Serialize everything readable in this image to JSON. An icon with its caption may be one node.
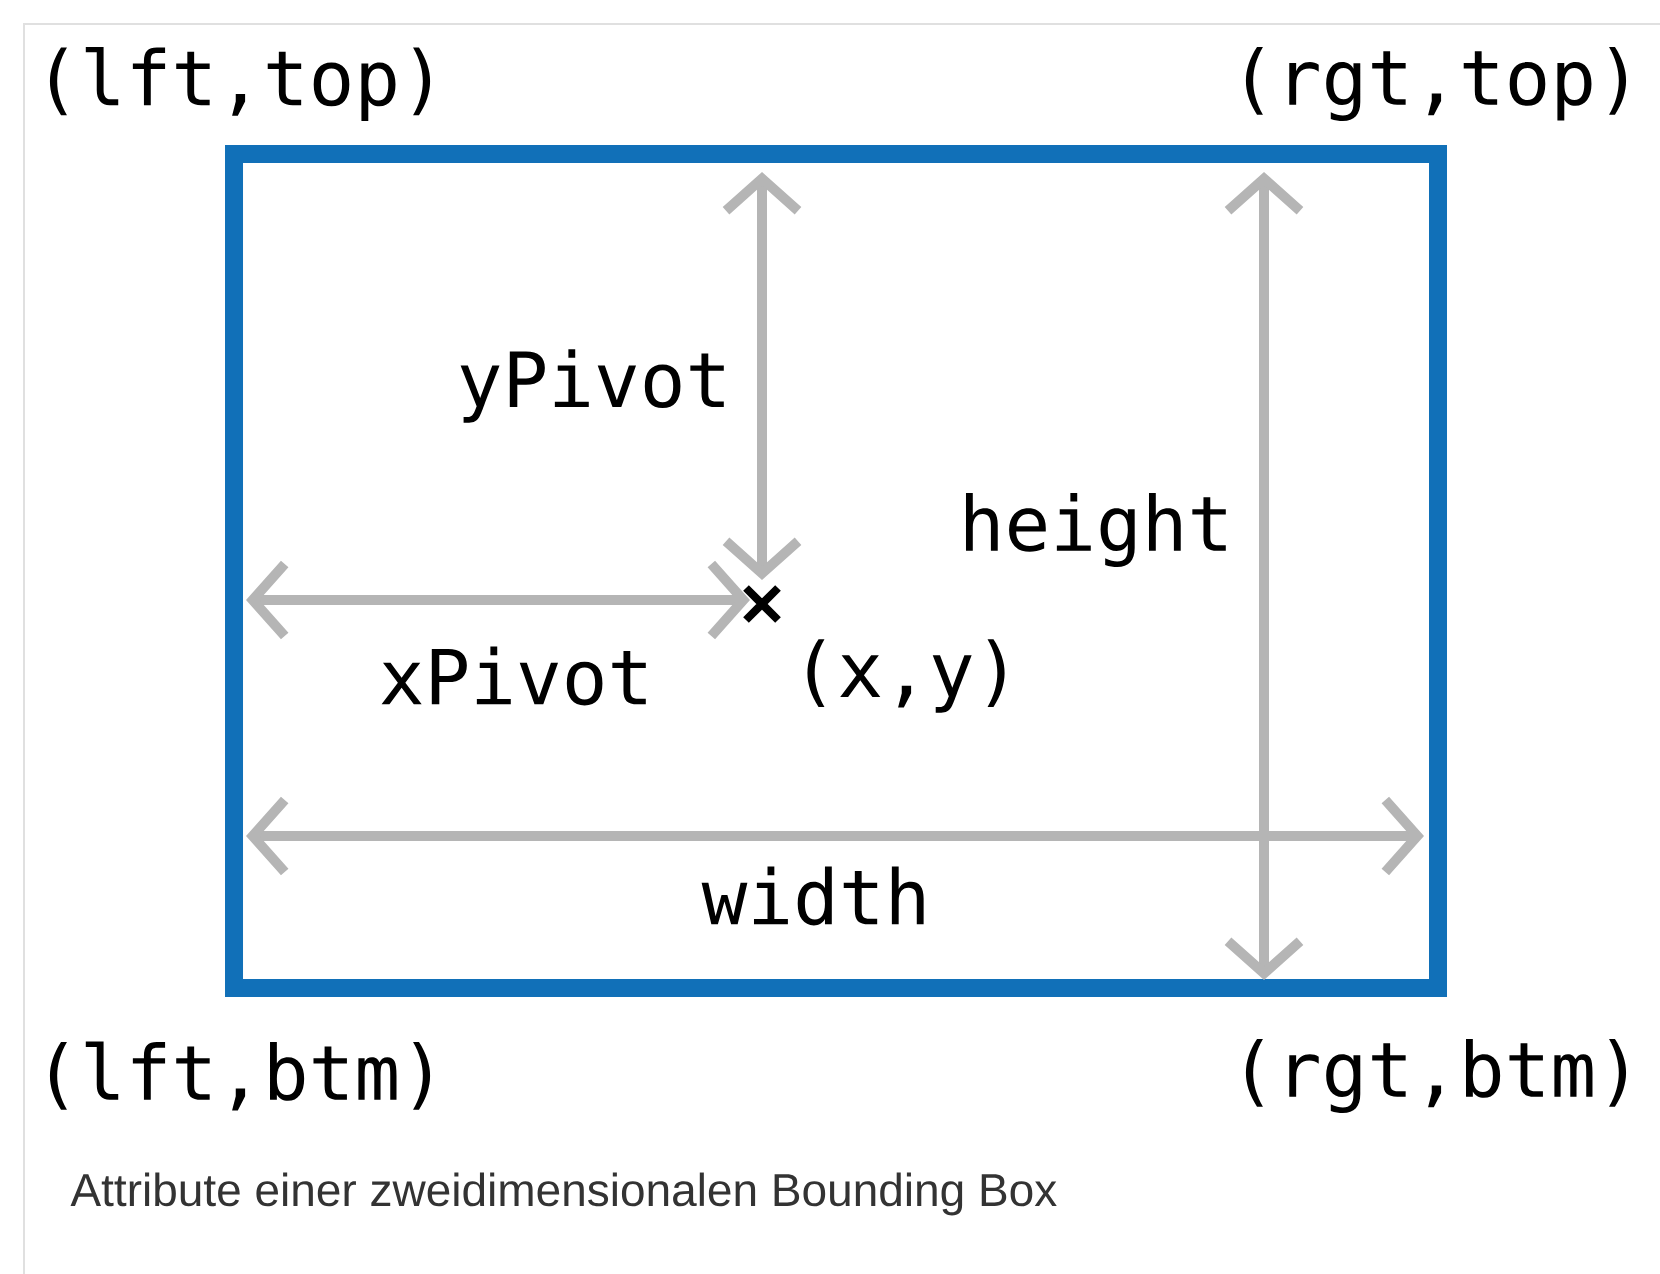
{
  "diagram": {
    "caption": "Attribute einer zweidimensionalen Bounding Box",
    "nodes": [
      {
        "text": [],
        "shape": "box"
      }
    ],
    "labels": [
      "(lft,top)",
      "(rgt,top)",
      "yPivot",
      "height",
      "xPivot",
      "(x,y)",
      "width",
      "(lft,btm)",
      "(rgt,btm)"
    ]
  }
}
